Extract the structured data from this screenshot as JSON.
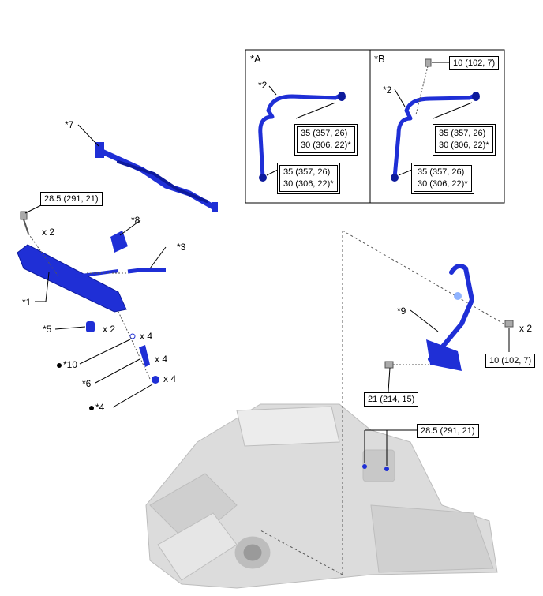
{
  "colors": {
    "part": "#1f2fd6",
    "part_dark": "#0d1a9c",
    "engine": "#d9d9d9",
    "line": "#000000"
  },
  "detail_a": {
    "label": "*A",
    "part_label": "*2",
    "torque_upper": [
      "35 (357, 26)",
      "30 (306, 22)*"
    ],
    "torque_lower": [
      "35 (357, 26)",
      "30 (306, 22)*"
    ]
  },
  "detail_b": {
    "label": "*B",
    "part_label": "*2",
    "torque_bolt": "10 (102, 7)",
    "torque_upper": [
      "35 (357, 26)",
      "30 (306, 22)*"
    ],
    "torque_lower": [
      "35 (357, 26)",
      "30 (306, 22)*"
    ]
  },
  "labels": {
    "p7": "*7",
    "p8": "*8",
    "p3": "*3",
    "p1": "*1",
    "p5": "*5",
    "p10": "*10",
    "p6": "*6",
    "p4": "*4",
    "p9": "*9",
    "qty_bolt": "x 2",
    "qty_p5": "x 2",
    "qty_p10": "x 4",
    "qty_p6": "x 4",
    "qty_p4": "x 4",
    "qty_p9_bolt": "x 2"
  },
  "torques": {
    "rail_bolt": "28.5 (291, 21)",
    "pipe_bolt": "10 (102, 7)",
    "stud_bolt": "21 (214, 15)",
    "pump_bolt": "28.5 (291, 21)"
  }
}
